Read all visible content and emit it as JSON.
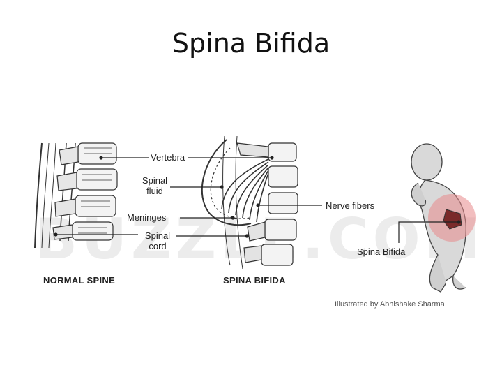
{
  "title": "Spina Bifida",
  "watermark": "BUZZLE.COM",
  "labels": {
    "vertebra": "Vertebra",
    "spinal_fluid_line1": "Spinal",
    "spinal_fluid_line2": "fluid",
    "meninges": "Meninges",
    "spinal_cord_line1": "Spinal",
    "spinal_cord_line2": "cord",
    "nerve_fibers": "Nerve fibers",
    "spina_bifida": "Spina Bifida"
  },
  "captions": {
    "normal_spine": "NORMAL SPINE",
    "spina_bifida": "SPINA BIFIDA"
  },
  "credit": "Illustrated by Abhishake Sharma",
  "colors": {
    "lesion_highlight": "#e8888a",
    "line": "#222222"
  }
}
